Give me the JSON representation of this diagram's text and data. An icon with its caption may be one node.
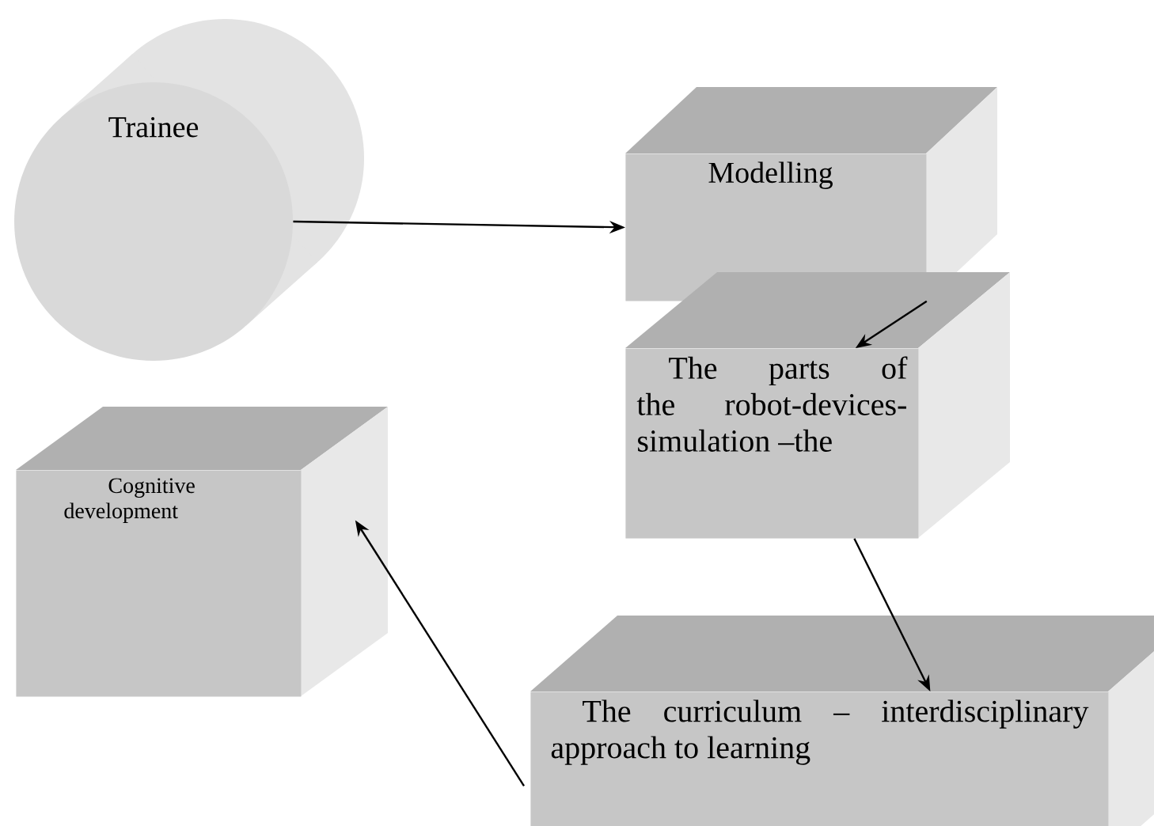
{
  "diagram": {
    "nodes": [
      {
        "text": [
          "Trainee"
        ]
      },
      {
        "text": [
          "Modelling"
        ]
      },
      {
        "text": [
          "The parts of the robot-devices-simulation –the"
        ]
      },
      {
        "text": [
          "The curriculum – interdisciplinary approach to learning"
        ]
      },
      {
        "text": [
          "Cognitive development"
        ]
      }
    ],
    "edges": [
      {
        "from": 0,
        "to": 1,
        "arrow": "to"
      },
      {
        "from": 1,
        "to": 2,
        "arrow": "to"
      },
      {
        "from": 2,
        "to": 3,
        "arrow": "to"
      },
      {
        "from": 3,
        "to": 4,
        "arrow": "to"
      }
    ]
  }
}
